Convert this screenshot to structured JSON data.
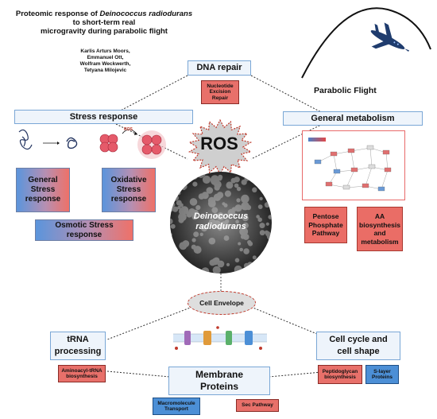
{
  "header": {
    "title_line1_prefix": "Proteomic response of ",
    "title_line1_italic": "Deinococcus radiodurans",
    "title_line2": "to short-term real",
    "title_line3": "microgravity during parabolic flight",
    "authors": [
      "Karlis Arturs Moors,",
      "Emmanuel Ott,",
      "Wolfram Weckwerth,",
      "Tetyana Milojevic"
    ]
  },
  "flight": {
    "label": "Parabolic Flight"
  },
  "center": {
    "ros": "ROS",
    "organism_line1": "Deinococcus",
    "organism_line2": "radiodurans",
    "cell_envelope": "Cell Envelope"
  },
  "dna_repair": {
    "title": "DNA repair",
    "box_lines": [
      "Nucleotide",
      "Excision",
      "Repair"
    ]
  },
  "stress": {
    "title": "Stress response",
    "ros_tag": "ROS",
    "general": [
      "General",
      "Stress",
      "response"
    ],
    "oxidative": [
      "Oxidative",
      "Stress",
      "response"
    ],
    "osmotic": [
      "Osmotic Stress",
      "response"
    ]
  },
  "metabolism": {
    "title": "General metabolism",
    "pentose": [
      "Pentose",
      "Phosphate",
      "Pathway"
    ],
    "aa": [
      "AA",
      "biosynthesis",
      "and",
      "metabolism"
    ]
  },
  "trna": {
    "title_line1": "tRNA",
    "title_line2": "processing",
    "box": [
      "Aminoacyl-tRNA",
      "biosynthesis"
    ]
  },
  "membrane": {
    "title_line1": "Membrane",
    "title_line2": "Proteins",
    "macro": [
      "Macromolecule",
      "Transport"
    ],
    "sec": "Sec Pathway"
  },
  "cellcycle": {
    "title_line1": "Cell cycle and",
    "title_line2": "cell shape",
    "pg": [
      "Peptidoglycan",
      "biosynthesis"
    ],
    "slayer": [
      "S-layer",
      "Proteins"
    ]
  },
  "colors": {
    "red_box": "#e8706a",
    "blue_box": "#4c8fd6",
    "section_fill": "#eef4fb",
    "section_border": "#7aa7d6",
    "plane": "#1f3c6e"
  }
}
